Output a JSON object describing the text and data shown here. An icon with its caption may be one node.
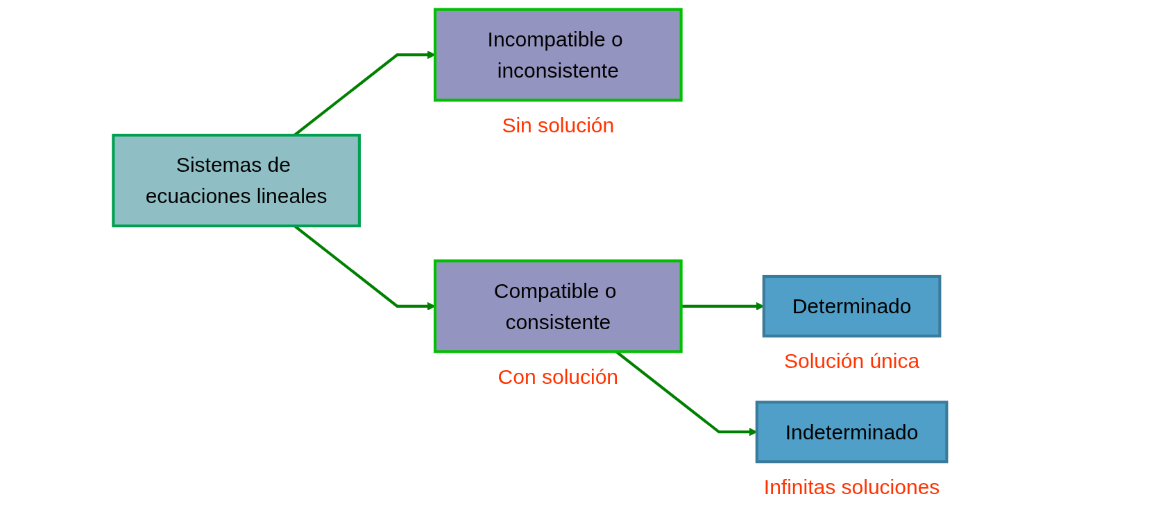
{
  "diagram": {
    "nodes": [
      {
        "text": [
          "Sistemas de ecuaciones lineales"
        ]
      },
      {
        "text": [
          "Incompatible o inconsistente"
        ],
        "beside": [
          "Sin solución"
        ]
      },
      {
        "text": [
          "Compatible o consistente"
        ],
        "beside": [
          "Con solución"
        ]
      },
      {
        "text": [
          "Determinado"
        ],
        "beside": [
          "Solución única"
        ]
      },
      {
        "text": [
          "Indeterminado"
        ],
        "beside": [
          "Infinitas soluciones"
        ]
      }
    ],
    "edges": [
      {
        "from": 0,
        "to": 1,
        "arrow": "to"
      },
      {
        "from": 0,
        "to": 2,
        "arrow": "to"
      },
      {
        "from": 2,
        "to": 3,
        "arrow": "to"
      },
      {
        "from": 2,
        "to": 4,
        "arrow": "to"
      }
    ]
  }
}
